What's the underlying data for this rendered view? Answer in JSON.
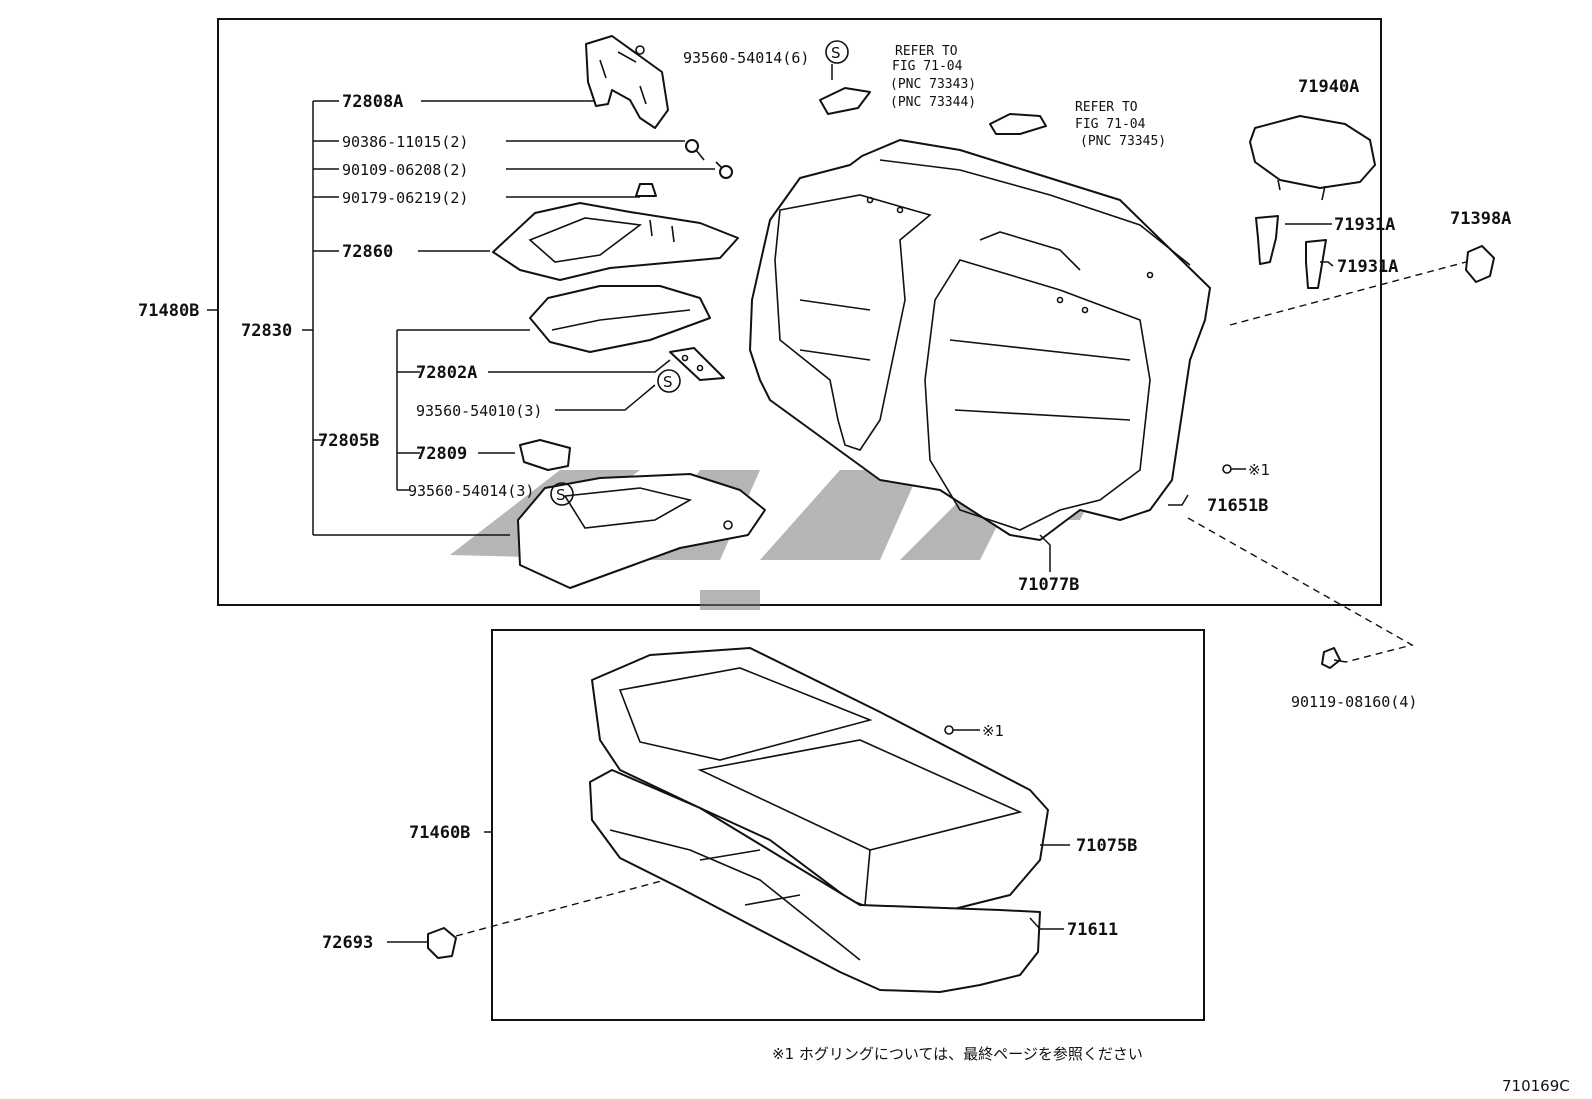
{
  "diagram": {
    "labels": {
      "l71480B": "71480B",
      "l72830": "72830",
      "l72808A": "72808A",
      "l90386": "90386-11015(2)",
      "l90109": "90109-06208(2)",
      "l90179": "90179-06219(2)",
      "l72860": "72860",
      "l72802A": "72802A",
      "l93560_10": "93560-54010(3)",
      "l72805B": "72805B",
      "l72809": "72809",
      "l93560_14b": "93560-54014(3)",
      "l93560_14a": "93560-54014(6)",
      "l71940A": "71940A",
      "l71931A_1": "71931A",
      "l71931A_2": "71931A",
      "l71398A": "71398A",
      "l71651B": "71651B",
      "l71077B": "71077B",
      "l90119": "90119-08160(4)",
      "l71460B": "71460B",
      "l71075B": "71075B",
      "l71611": "71611",
      "l72693": "72693",
      "mark1a": "※1",
      "mark1b": "※1"
    },
    "refer1": {
      "line1": "REFER TO",
      "line2": "FIG 71-04",
      "line3": "(PNC 73343)",
      "line4": "(PNC 73344)"
    },
    "refer2": {
      "line1": "REFER TO",
      "line2": "FIG 71-04",
      "line3": "(PNC 73345)"
    },
    "s_mark": "S",
    "footnote": "※1  ホグリングについては、最終ページを参照ください",
    "figure_code": "710169C"
  }
}
